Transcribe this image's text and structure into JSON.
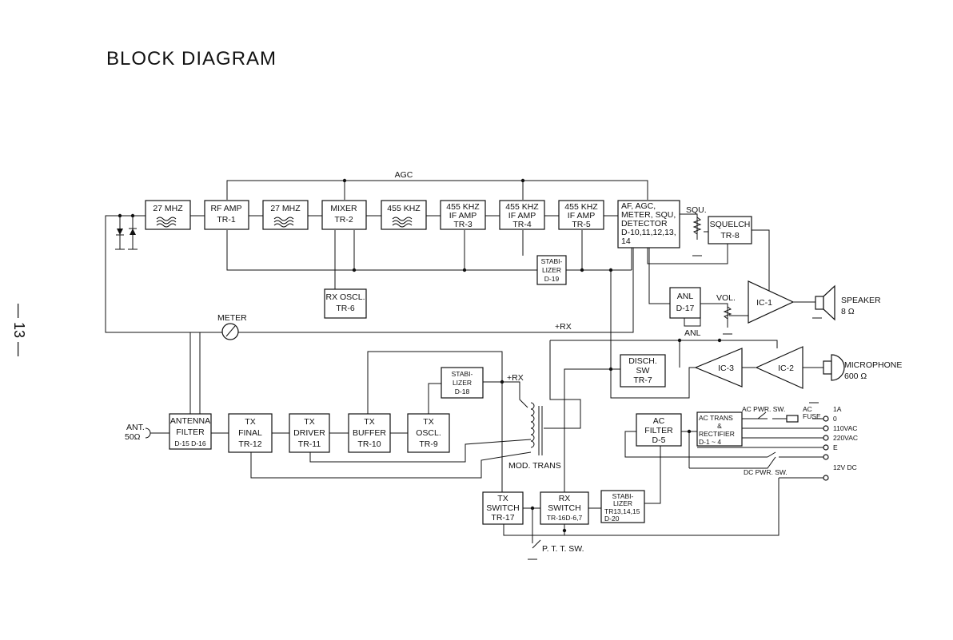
{
  "title": "BLOCK DIAGRAM",
  "page_number": "— 13 —",
  "blocks": {
    "f27a": [
      "27 MHZ"
    ],
    "rfamp": [
      "RF AMP",
      "TR-1"
    ],
    "f27b": [
      "27 MHZ"
    ],
    "mixer": [
      "MIXER",
      "TR-2"
    ],
    "f455": [
      "455 KHZ"
    ],
    "if3": [
      "455 KHZ",
      "IF AMP",
      "TR-3"
    ],
    "if4": [
      "455 KHZ",
      "IF AMP",
      "TR-4"
    ],
    "if5": [
      "455 KHZ",
      "IF AMP",
      "TR-5"
    ],
    "det": [
      "AF, AGC,",
      "METER, SQU,",
      "DETECTOR",
      "D-10,11,12,13,",
      "14"
    ],
    "squelch": [
      "SQUELCH",
      "TR-8"
    ],
    "stab19": [
      "STABI-",
      "LIZER",
      "D-19"
    ],
    "rxosc": [
      "RX OSCL.",
      "TR-6"
    ],
    "anl": [
      "ANL",
      "D-17"
    ],
    "ic1": [
      "IC-1"
    ],
    "ic3": [
      "IC-3"
    ],
    "ic2": [
      "IC-2"
    ],
    "disch": [
      "DISCH.",
      "SW",
      "TR-7"
    ],
    "stab18": [
      "STABI-",
      "LIZER",
      "D-18"
    ],
    "antfilt": [
      "ANTENNA",
      "FILTER",
      "D-15 D-16"
    ],
    "txfinal": [
      "TX",
      "FINAL",
      "TR-12"
    ],
    "txdriver": [
      "TX",
      "DRIVER",
      "TR-11"
    ],
    "txbuffer": [
      "TX",
      "BUFFER",
      "TR-10"
    ],
    "txosc": [
      "TX",
      "OSCL.",
      "TR-9"
    ],
    "acfilt": [
      "AC",
      "FILTER",
      "D-5"
    ],
    "actrans": [
      "AC TRANS",
      "&",
      "RECTIFIER",
      "D-1 ~ 4"
    ],
    "txsw": [
      "TX",
      "SWITCH",
      "TR-17"
    ],
    "rxsw": [
      "RX",
      "SWITCH",
      "TR-16D-6,7"
    ],
    "stab20": [
      "STABI-",
      "LIZER",
      "TR13,14,15",
      "D-20"
    ]
  },
  "labels": {
    "agc": "AGC",
    "squ": "SQU.",
    "vol": "VOL.",
    "anl_sw": "ANL",
    "meter": "METER",
    "rx1": "+RX",
    "rx2": "+RX",
    "speaker": "SPEAKER",
    "speaker_imp": "8 Ω",
    "microphone": "MICROPHONE",
    "mic_imp": "600 Ω",
    "ant": "ANT.",
    "ant_imp": "50Ω",
    "mod_trans": "MOD. TRANS",
    "ptt": "P. T. T. SW.",
    "ac_pwr_sw": "AC PWR. SW.",
    "ac_fuse": "AC",
    "fuse": "FUSE",
    "fuse_rating": "1A",
    "term0": "0",
    "term110": "110VAC",
    "term220": "220VAC",
    "termE": "E",
    "term12": "12V DC",
    "dc_pwr_sw": "DC PWR. SW."
  }
}
